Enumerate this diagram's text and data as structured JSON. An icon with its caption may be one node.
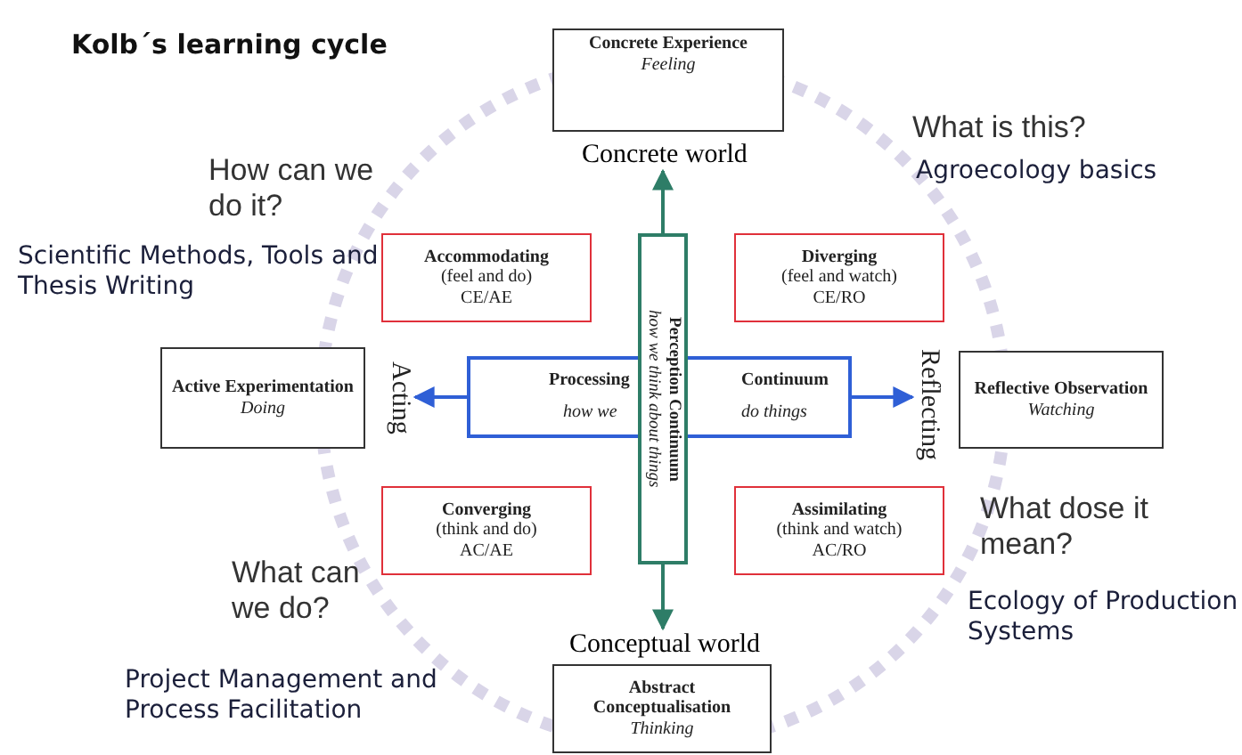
{
  "diagram": {
    "title": "Kolb´s learning cycle",
    "nodes": [
      {
        "text": [
          "Concrete Experience",
          "Feeling"
        ]
      },
      {
        "text": [
          "Concrete world"
        ]
      },
      {
        "text": [
          "Accommodating",
          "(feel and do)",
          "CE/AE"
        ]
      },
      {
        "text": [
          "Diverging",
          "(feel and watch)",
          "CE/RO"
        ]
      },
      {
        "text": [
          "Active Experimentation",
          "Doing"
        ]
      },
      {
        "text": [
          "Acting"
        ]
      },
      {
        "text": [
          "Processing",
          "how we",
          "Continuum",
          "do things"
        ]
      },
      {
        "text": [
          "Perception Continuum",
          "how we think about things"
        ]
      },
      {
        "text": [
          "Reflecting"
        ]
      },
      {
        "text": [
          "Reflective Observation",
          "Watching"
        ]
      },
      {
        "text": [
          "Converging",
          "(think and do)",
          "AC/AE"
        ]
      },
      {
        "text": [
          "Assimilating",
          "(think and watch)",
          "AC/RO"
        ]
      },
      {
        "text": [
          "Conceptual world"
        ]
      },
      {
        "text": [
          "Abstract Conceptualisation",
          "Thinking"
        ]
      }
    ],
    "edges": [
      {
        "from": 7,
        "to": 1,
        "arrow": "to",
        "color": "#2e7d67"
      },
      {
        "from": 7,
        "to": 12,
        "arrow": "to",
        "color": "#2e7d67"
      },
      {
        "from": 6,
        "to": 5,
        "arrow": "to",
        "color": "#2f5fd6"
      },
      {
        "from": 6,
        "to": 8,
        "arrow": "to",
        "color": "#2f5fd6"
      }
    ],
    "labels": [
      "How can we do it?",
      "Scientific Methods, Tools and Thesis Writing",
      "What is this?",
      "Agroecology basics",
      "What dose it mean?",
      "Ecology of Production Systems",
      "What can we do?",
      "Project Management and Process Facilitation"
    ]
  }
}
